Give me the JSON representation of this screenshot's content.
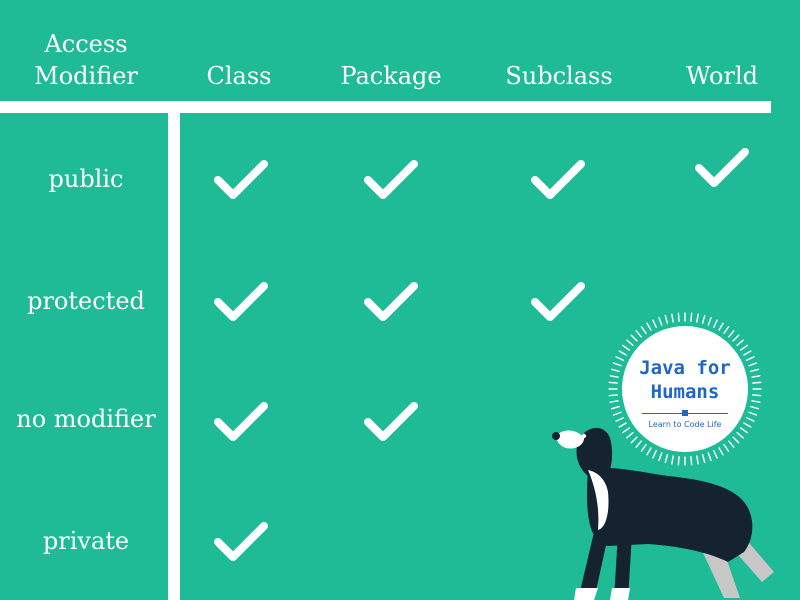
{
  "headers": {
    "access_line1": "Access",
    "access_line2": "Modifier",
    "class": "Class",
    "package": "Package",
    "subclass": "Subclass",
    "world": "World"
  },
  "rows": [
    {
      "label": "public",
      "class": true,
      "package": true,
      "subclass": true,
      "world": true
    },
    {
      "label": "protected",
      "class": true,
      "package": true,
      "subclass": true,
      "world": false
    },
    {
      "label": "no modifier",
      "class": true,
      "package": true,
      "subclass": false,
      "world": false
    },
    {
      "label": "private",
      "class": true,
      "package": false,
      "subclass": false,
      "world": false
    }
  ],
  "badge": {
    "title_line1": "Java for",
    "title_line2": "Humans",
    "subtitle": "Learn to Code Life"
  },
  "colors": {
    "background": "#1fbb97",
    "foreground": "#ffffff",
    "badge_text": "#1e68c4",
    "dog_dark": "#14232f",
    "dog_light": "#ffffff",
    "dog_leg_gray": "#c7c7c7"
  },
  "icons": [
    "checkmark-icon",
    "dog-illustration"
  ]
}
